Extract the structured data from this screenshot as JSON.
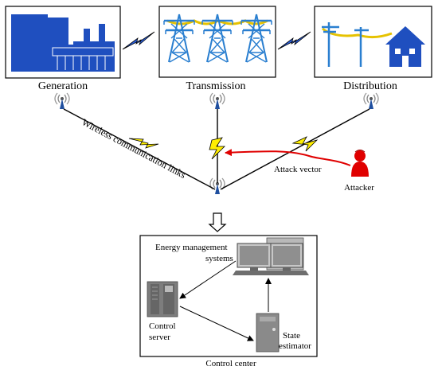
{
  "stages": {
    "generation": "Generation",
    "transmission": "Transmission",
    "distribution": "Distribution"
  },
  "links": {
    "wireless": "Wireless communication links"
  },
  "attack": {
    "vector": "Attack vector",
    "attacker": "Attacker"
  },
  "control_center": {
    "title": "Control center",
    "ems_line1": "Energy management",
    "ems_line2": "systems",
    "server_line1": "Control",
    "server_line2": "server",
    "estimator_line1": "State",
    "estimator_line2": "estimator"
  },
  "colors": {
    "infrastructure_blue": "#1f4fbf",
    "tower_blue": "#2a7fd0",
    "lightning_fill": "#ffee00",
    "attack_red": "#e00000",
    "equipment_gray": "#7d7d7d"
  },
  "icons": {
    "generation": "power-plant-icon",
    "transmission": "transmission-tower-icon",
    "distribution": "house-icon",
    "antenna": "antenna-icon",
    "attacker": "attacker-person-icon",
    "ems": "computer-monitors-icon",
    "server": "server-tower-icon",
    "estimator": "pc-tower-icon"
  }
}
